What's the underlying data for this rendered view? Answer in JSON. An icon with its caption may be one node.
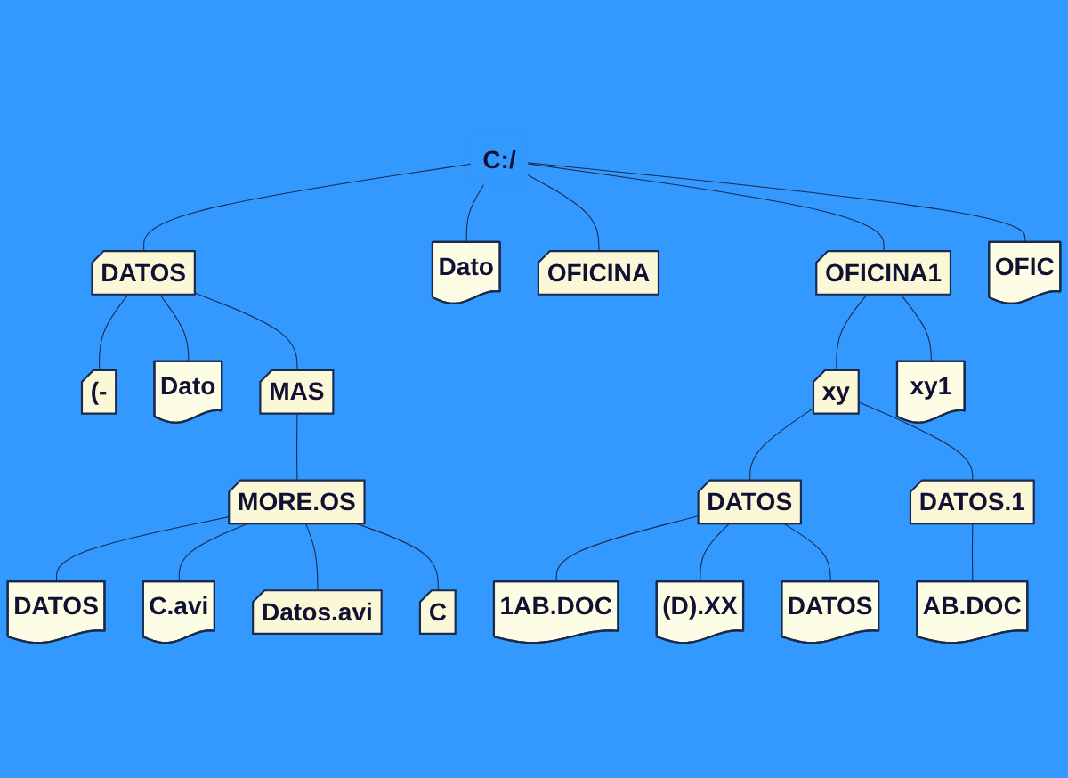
{
  "diagram": {
    "nodes": [
      {
        "text": [
          "C:/"
        ]
      },
      {
        "text": [
          "DATOS"
        ]
      },
      {
        "text": [
          "Dato"
        ]
      },
      {
        "text": [
          "OFICINA"
        ]
      },
      {
        "text": [
          "OFICINA1"
        ]
      },
      {
        "text": [
          "OFIC"
        ]
      },
      {
        "text": [
          "(-"
        ]
      },
      {
        "text": [
          "Dato"
        ]
      },
      {
        "text": [
          "MAS"
        ]
      },
      {
        "text": [
          "xy"
        ]
      },
      {
        "text": [
          "xy1"
        ]
      },
      {
        "text": [
          "MORE.OS"
        ]
      },
      {
        "text": [
          "DATOS"
        ]
      },
      {
        "text": [
          "DATOS.1"
        ]
      },
      {
        "text": [
          "DATOS"
        ]
      },
      {
        "text": [
          "C.avi"
        ]
      },
      {
        "text": [
          "Datos.avi"
        ]
      },
      {
        "text": [
          "C"
        ]
      },
      {
        "text": [
          "1AB.DOC"
        ]
      },
      {
        "text": [
          "(D).XX"
        ]
      },
      {
        "text": [
          "DATOS"
        ]
      },
      {
        "text": [
          "AB.DOC"
        ]
      }
    ],
    "edges": [
      {
        "from": 0,
        "to": 1,
        "arrow": "none"
      },
      {
        "from": 0,
        "to": 2,
        "arrow": "none"
      },
      {
        "from": 0,
        "to": 3,
        "arrow": "none"
      },
      {
        "from": 0,
        "to": 4,
        "arrow": "none"
      },
      {
        "from": 0,
        "to": 5,
        "arrow": "none"
      },
      {
        "from": 1,
        "to": 6,
        "arrow": "none"
      },
      {
        "from": 1,
        "to": 7,
        "arrow": "none"
      },
      {
        "from": 1,
        "to": 8,
        "arrow": "none"
      },
      {
        "from": 4,
        "to": 9,
        "arrow": "none"
      },
      {
        "from": 4,
        "to": 10,
        "arrow": "none"
      },
      {
        "from": 8,
        "to": 11,
        "arrow": "none"
      },
      {
        "from": 9,
        "to": 12,
        "arrow": "none"
      },
      {
        "from": 9,
        "to": 13,
        "arrow": "none"
      },
      {
        "from": 11,
        "to": 14,
        "arrow": "none"
      },
      {
        "from": 11,
        "to": 15,
        "arrow": "none"
      },
      {
        "from": 11,
        "to": 16,
        "arrow": "none"
      },
      {
        "from": 11,
        "to": 17,
        "arrow": "none"
      },
      {
        "from": 12,
        "to": 18,
        "arrow": "none"
      },
      {
        "from": 12,
        "to": 19,
        "arrow": "none"
      },
      {
        "from": 12,
        "to": 20,
        "arrow": "none"
      },
      {
        "from": 13,
        "to": 21,
        "arrow": "none"
      }
    ]
  }
}
